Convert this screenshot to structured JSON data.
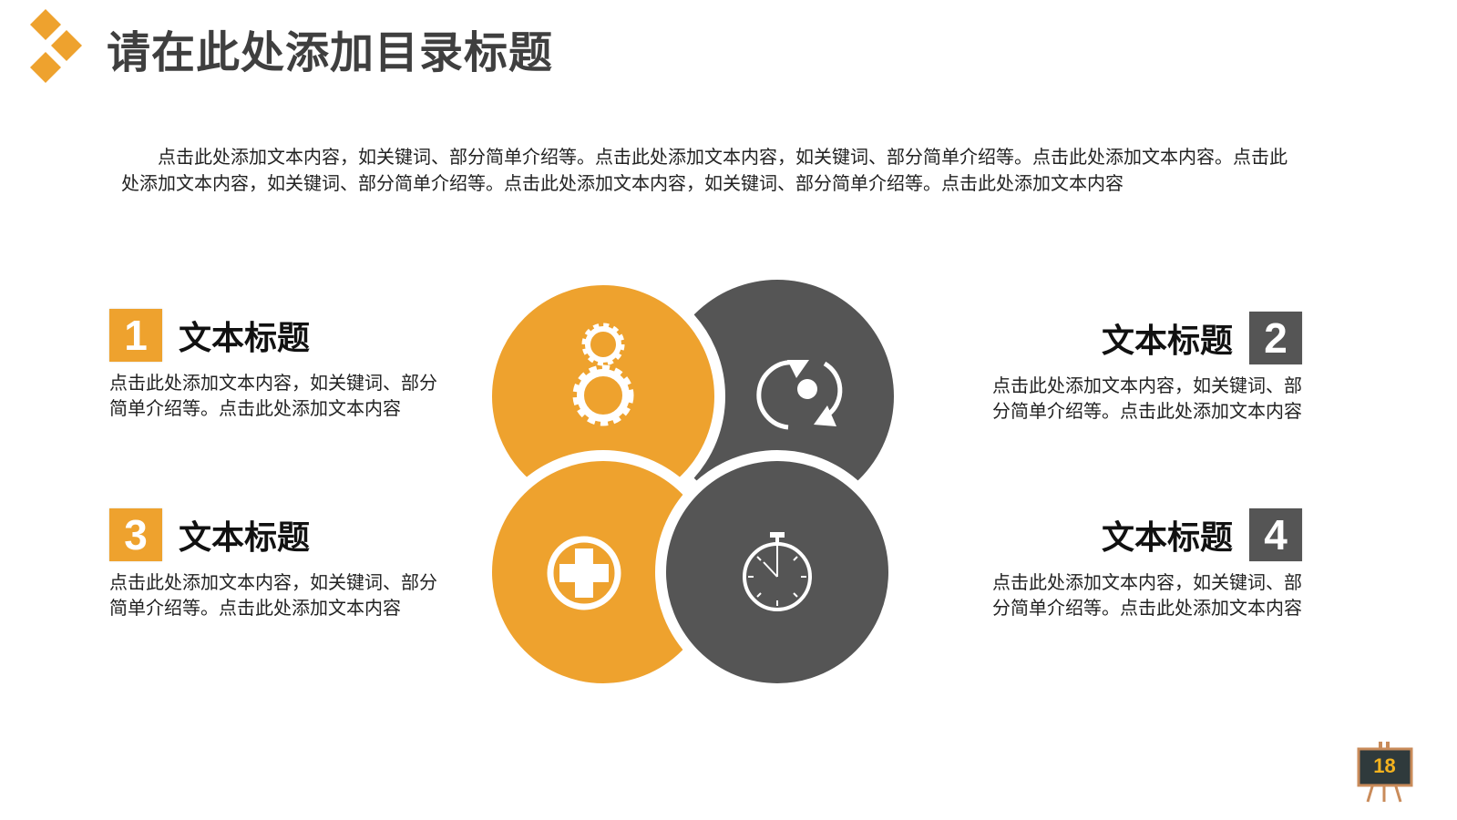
{
  "header": {
    "title": "请在此处添加目录标题",
    "logo_icon": "diamond-cluster-icon"
  },
  "intro": {
    "text": "点击此处添加文本内容，如关键词、部分简单介绍等。点击此处添加文本内容，如关键词、部分简单介绍等。点击此处添加文本内容。点击此处添加文本内容，如关键词、部分简单介绍等。点击此处添加文本内容，如关键词、部分简单介绍等。点击此处添加文本内容"
  },
  "items": [
    {
      "number": "1",
      "title": "文本标题",
      "desc": "点击此处添加文本内容，如关键词、部分简单介绍等。点击此处添加文本内容",
      "color": "#eea22e",
      "icon": "gears-icon"
    },
    {
      "number": "2",
      "title": "文本标题",
      "desc": "点击此处添加文本内容，如关键词、部分简单介绍等。点击此处添加文本内容",
      "color": "#555555",
      "icon": "refresh-cycle-icon"
    },
    {
      "number": "3",
      "title": "文本标题",
      "desc": "点击此处添加文本内容，如关键词、部分简单介绍等。点击此处添加文本内容",
      "color": "#eea22e",
      "icon": "plus-circle-icon"
    },
    {
      "number": "4",
      "title": "文本标题",
      "desc": "点击此处添加文本内容，如关键词、部分简单介绍等。点击此处添加文本内容",
      "color": "#555555",
      "icon": "stopwatch-icon"
    }
  ],
  "colors": {
    "accent": "#eea22e",
    "dark": "#555555",
    "title": "#3f3f3f"
  },
  "footer": {
    "page_number": "18",
    "badge_icon": "chalkboard-easel-icon"
  }
}
